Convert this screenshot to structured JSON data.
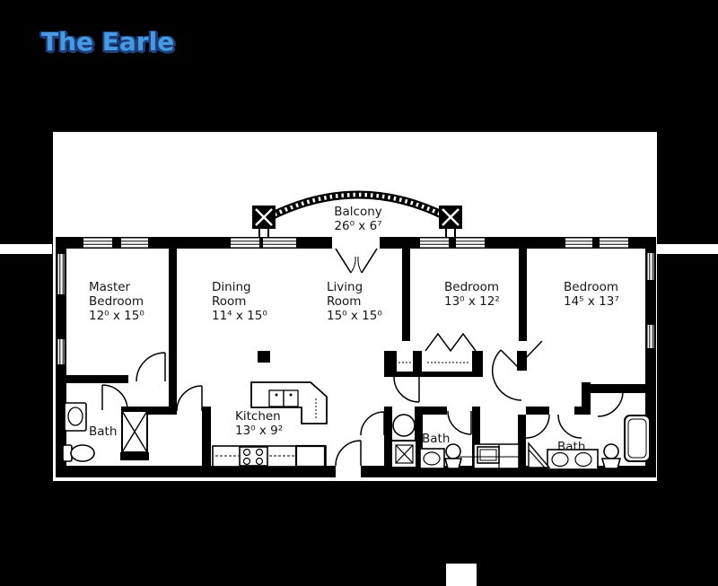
{
  "title": "The Earle",
  "colors": {
    "background": "#000000",
    "plan_paper": "#ffffff",
    "line_ink": "#000000",
    "title_fill": "#4799e0",
    "title_outline": "#1c3e7a"
  },
  "rooms": {
    "master": {
      "line1": "Master",
      "line2": "Bedroom",
      "dims": "12⁰ x 15⁰"
    },
    "dining": {
      "line1": "Dining",
      "line2": "Room",
      "dims": "11⁴ x 15⁰"
    },
    "living": {
      "line1": "Living",
      "line2": "Room",
      "dims": "15⁰ x 15⁰"
    },
    "bedroom1": {
      "line1": "Bedroom",
      "dims": "13⁰ x 12²"
    },
    "bedroom2": {
      "line1": "Bedroom",
      "dims": "14⁵ x 13⁷"
    },
    "balcony": {
      "line1": "Balcony",
      "dims": "26⁰ x 6⁷"
    },
    "kitchen": {
      "line1": "Kitchen",
      "dims": "13⁰ x 9²"
    },
    "bath_left": {
      "line1": "Bath"
    },
    "bath_middle": {
      "line1": "Bath"
    },
    "bath_right": {
      "line1": "Bath"
    }
  }
}
